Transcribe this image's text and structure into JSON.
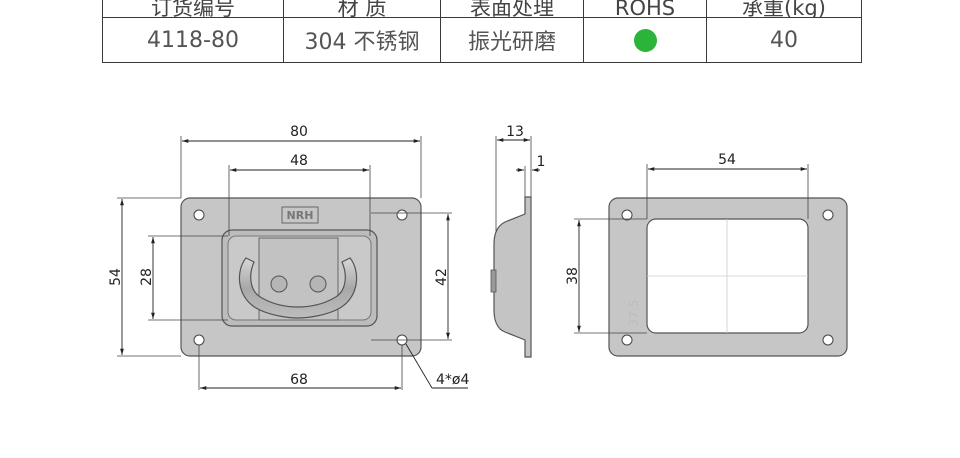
{
  "table": {
    "headers": [
      "订货编号",
      "材    质",
      "表面处理",
      "ROHS",
      "承重(kg)"
    ],
    "row": {
      "model": "4118-80",
      "material": "304 不锈钢",
      "finish": "振光研磨",
      "rohs_color": "#2bb33a",
      "load": "40"
    }
  },
  "drawing": {
    "front": {
      "width_label": "80",
      "inner_width_label": "48",
      "height_label": "54",
      "inner_height_label": "28",
      "right_height_label": "42",
      "hole_spacing_label": "68",
      "hole_label": "4*ø4",
      "logo_text": "NRH"
    },
    "side": {
      "depth_label": "13",
      "flange_label": "1"
    },
    "back": {
      "width_label": "54",
      "height_label": "38",
      "faint_label": "37.5"
    }
  }
}
